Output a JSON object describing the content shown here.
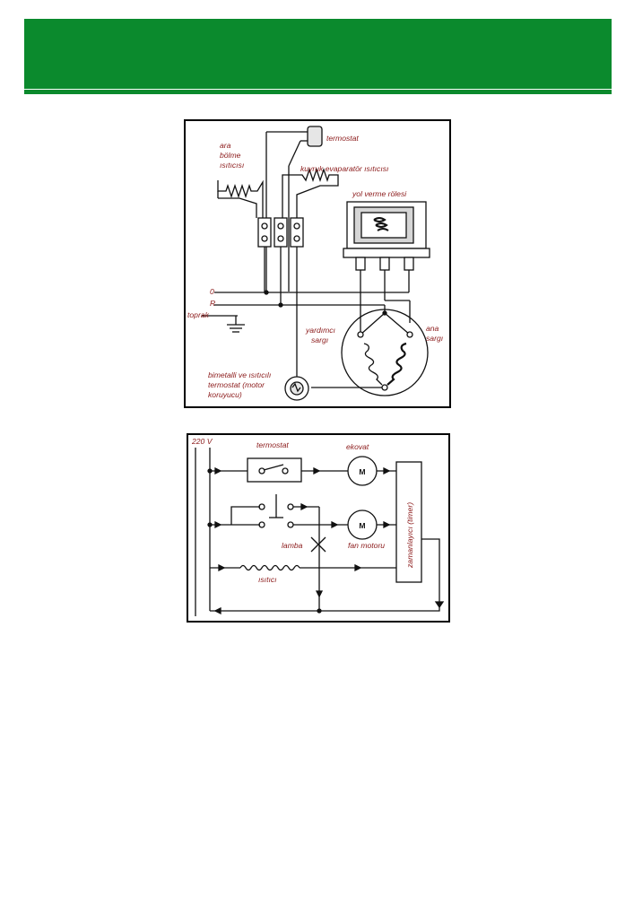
{
  "colors": {
    "header_green": "#0b8a2d",
    "label_red": "#8b1a1a",
    "line": "#111111"
  },
  "figure1": {
    "labels": {
      "termostat": "termostat",
      "ara_bolme_1": "ara",
      "ara_bolme_2": "bölme",
      "ara_bolme_3": "ısıtıcısı",
      "kuyruk": "kuyruk evaparatör ısıtıcısı",
      "yol_verme": "yol verme rölesi",
      "zero": "0",
      "r": "R",
      "toprak": "toprak",
      "yardimci_1": "yardımcı",
      "yardimci_2": "sargı",
      "ana_1": "ana",
      "ana_2": "sargı",
      "bimetal_1": "bimetalli  ve ısıtıcılı",
      "bimetal_2": "termostat (motor",
      "bimetal_3": "koruyucu)"
    }
  },
  "figure2": {
    "labels": {
      "voltage": "220 V",
      "termostat": "termostat",
      "ekovat": "ekovat",
      "motor_symbol_1": "M",
      "motor_symbol_2": "M",
      "lamba": "lamba",
      "fan_motoru": "fan motoru",
      "isitici": "ısıtıcı",
      "zamanlayici": "zamanlayıcı (timer)"
    }
  }
}
